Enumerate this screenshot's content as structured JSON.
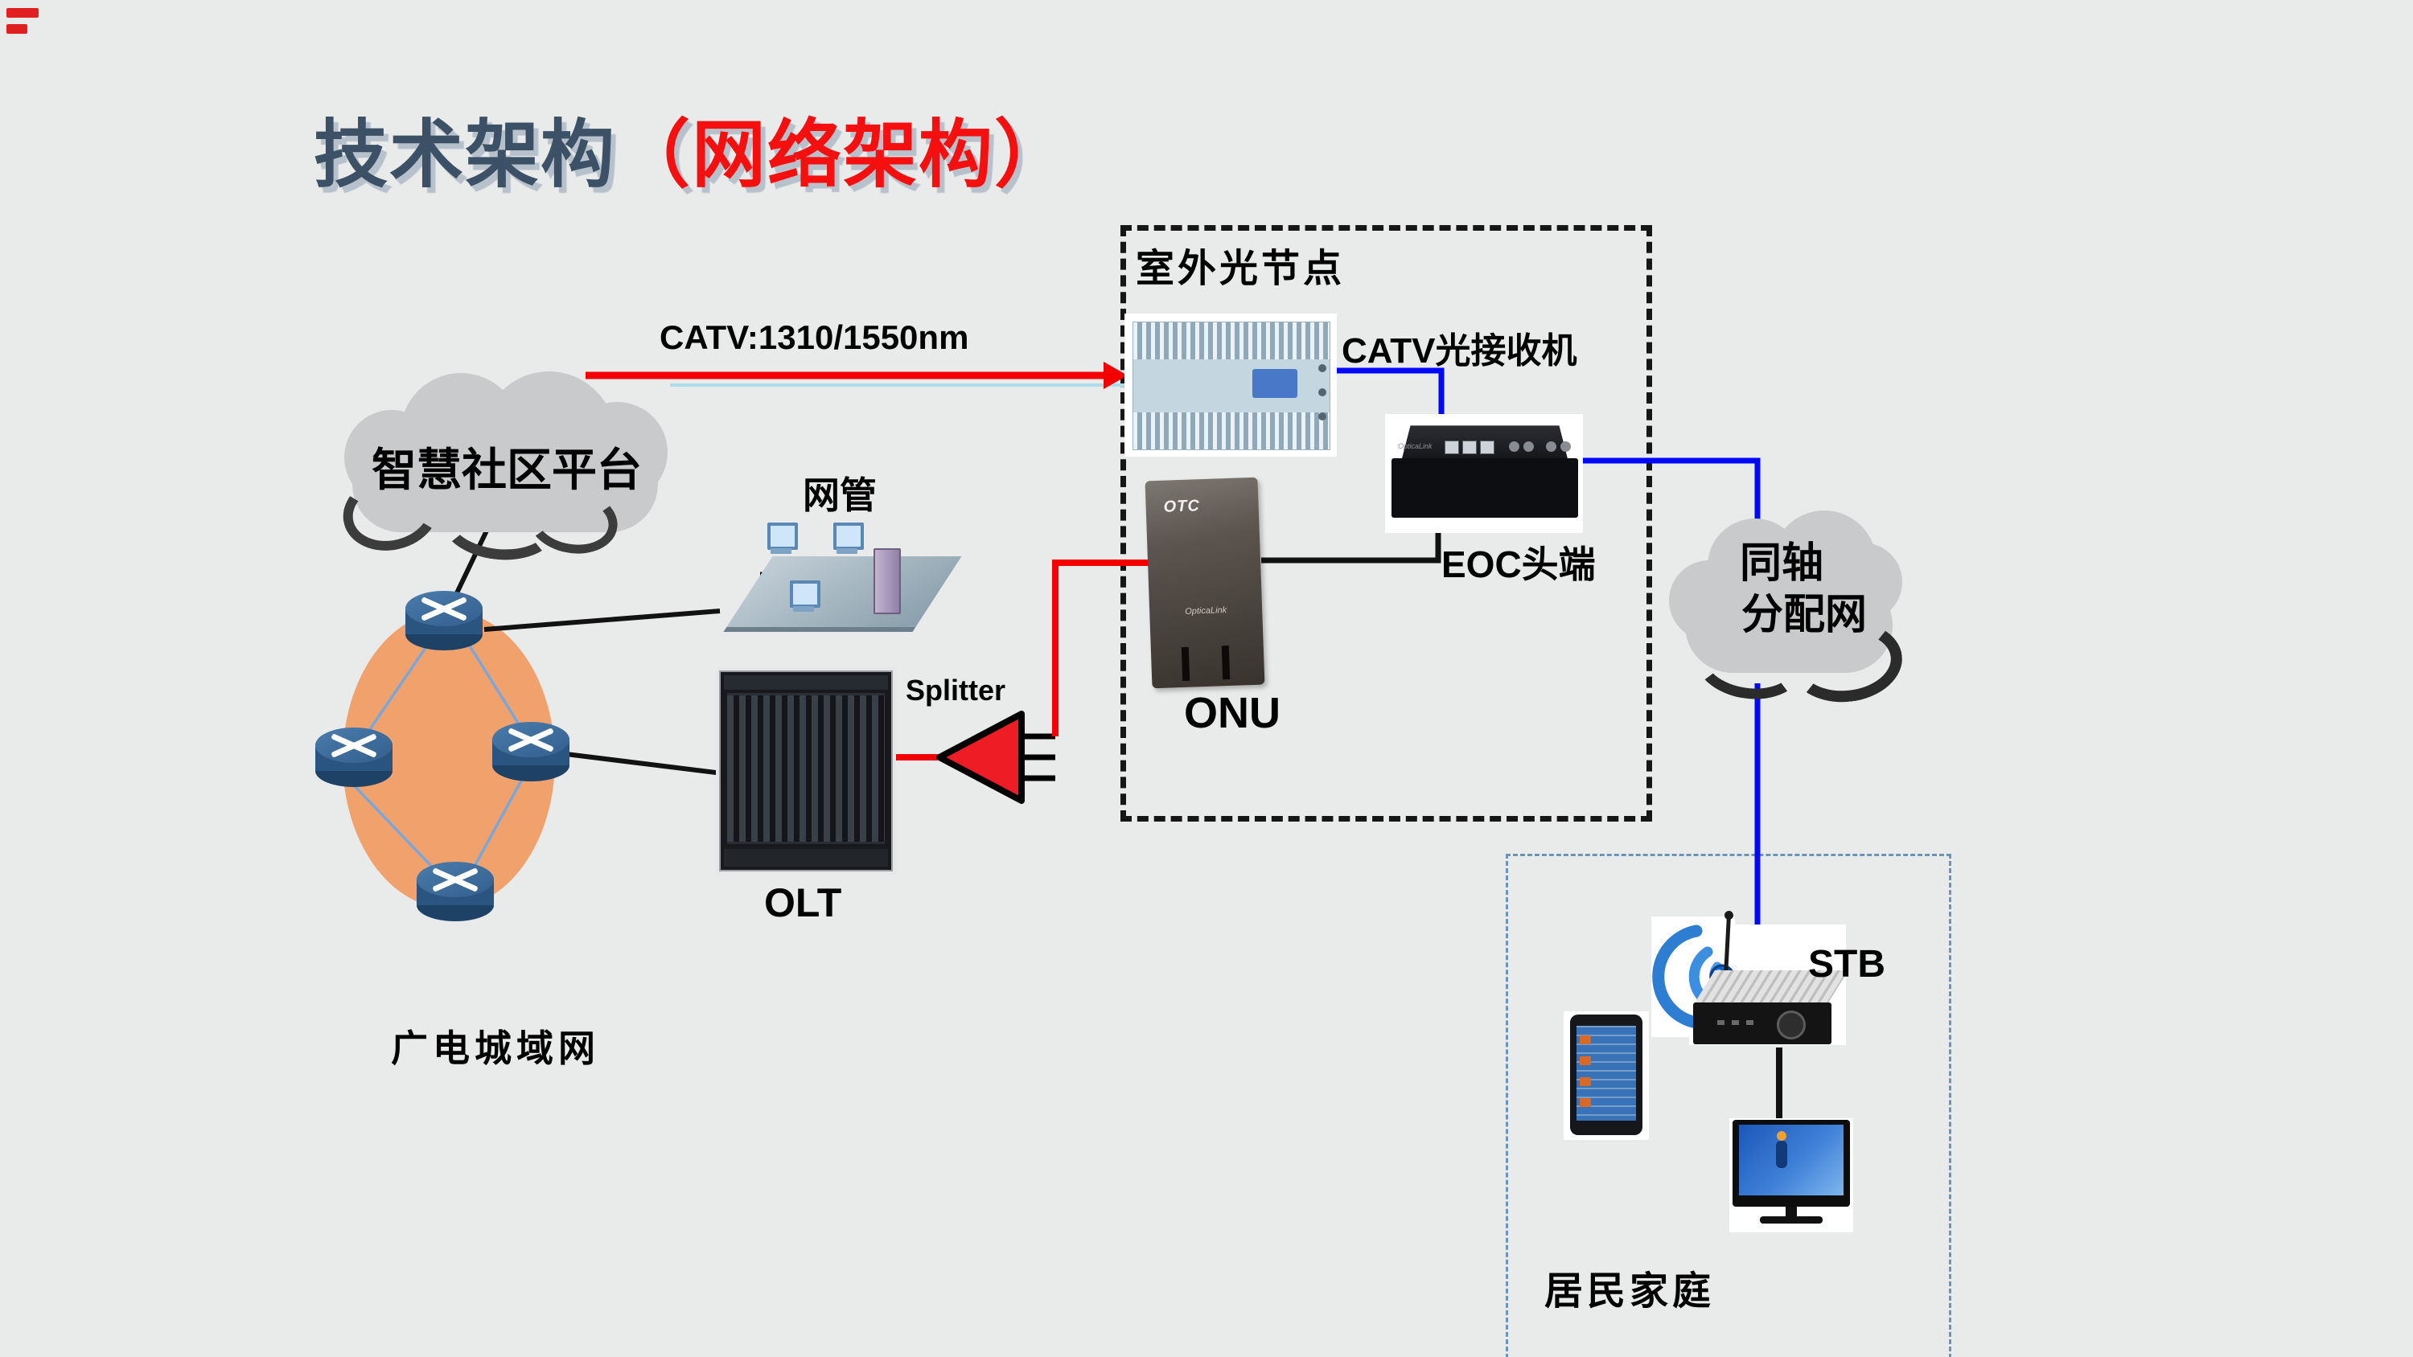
{
  "slide": {
    "title": {
      "dark": "技术架构",
      "red": "（网络架构）"
    },
    "labels": {
      "platform_cloud": "智慧社区平台",
      "nms": "网管",
      "metro_network": "广电城域网",
      "olt": "OLT",
      "splitter": "Splitter",
      "catv_link": "CATV:1310/1550nm",
      "outdoor_node_box": "室外光节点",
      "catv_receiver": "CATV光接收机",
      "eoc_headend": "EOC头端",
      "onu": "ONU",
      "coax_cloud_line1": "同轴",
      "coax_cloud_line2": "分配网",
      "stb": "STB",
      "home_box": "居民家庭"
    },
    "device_text": {
      "onu_brand": "OTC",
      "onu_model": "OpticaLink"
    },
    "colors": {
      "background": "#E9EAEA",
      "title_dark": "#3D5166",
      "title_red": "#F50F0F",
      "line_red": "#F40000",
      "line_blue": "#0008F8",
      "line_cyan": "#ABDDEB",
      "metro_orange": "#F1A26C",
      "cloud_gray": "#C9CACB",
      "router_blue": "#2F5C8C",
      "outdoor_dash": "#161616",
      "home_dash": "#6E93B8"
    }
  }
}
